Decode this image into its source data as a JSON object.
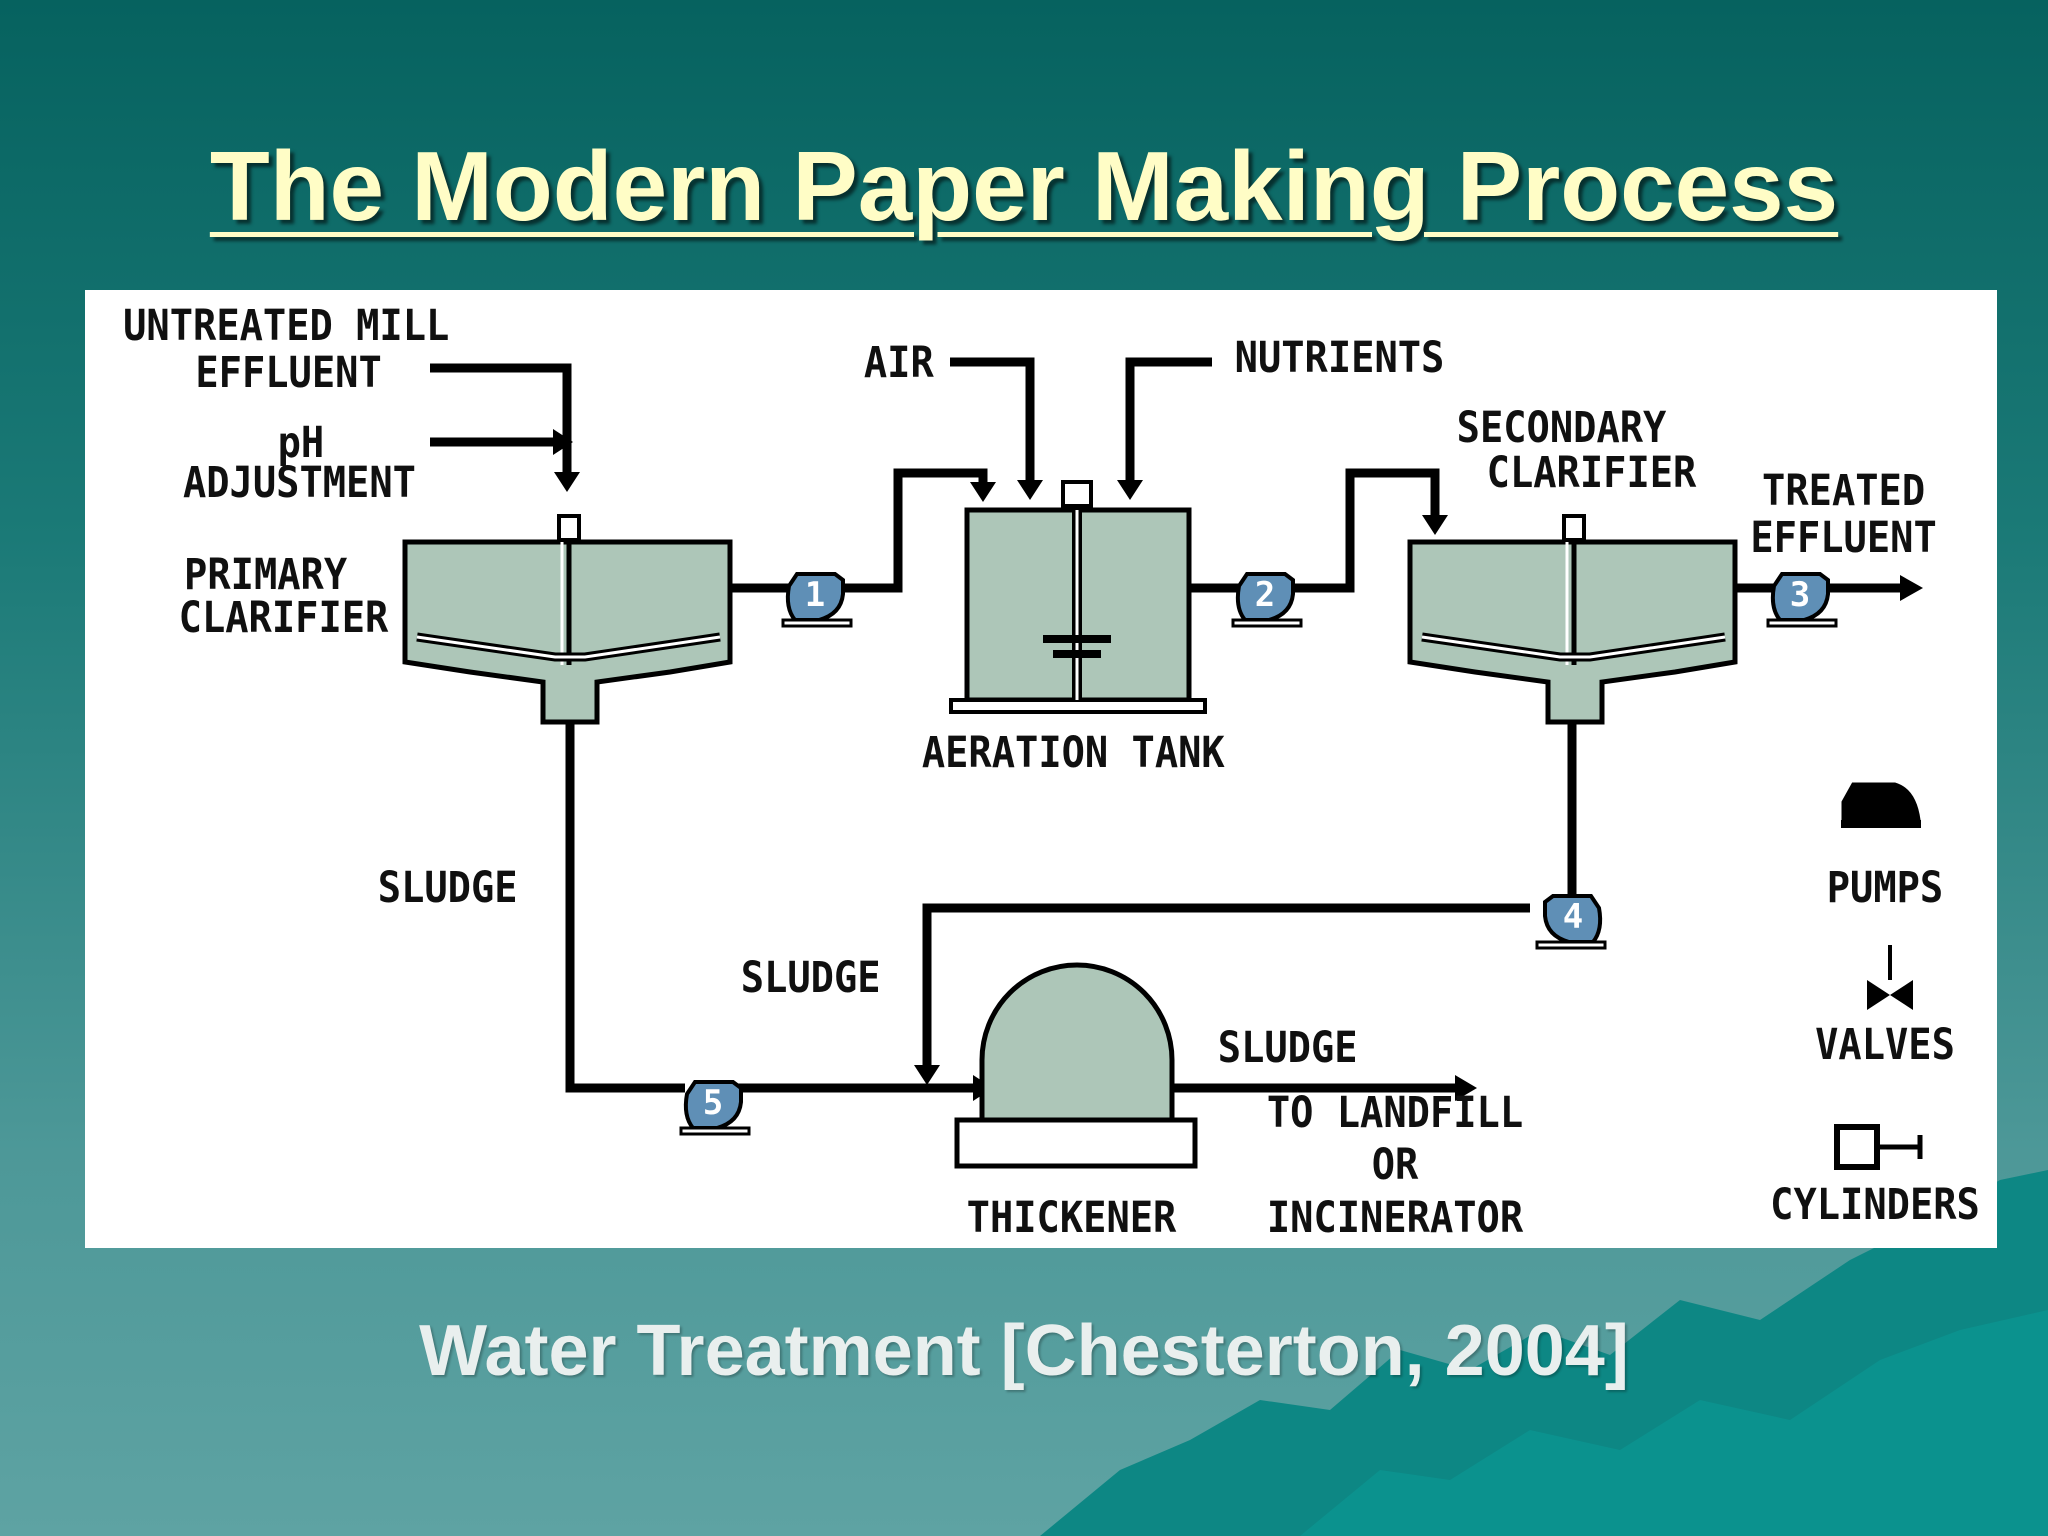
{
  "slide": {
    "title": "The Modern Paper Making Process",
    "caption": "Water Treatment [Chesterton, 2004]"
  },
  "diagram": {
    "labels": {
      "untreated_1": "UNTREATED MILL",
      "untreated_2": "EFFLUENT",
      "ph_1": "pH",
      "ph_2": "ADJUSTMENT",
      "primary_1": "PRIMARY",
      "primary_2": "CLARIFIER",
      "air": "AIR",
      "nutrients": "NUTRIENTS",
      "secondary_1": "SECONDARY",
      "secondary_2": "CLARIFIER",
      "treated_1": "TREATED",
      "treated_2": "EFFLUENT",
      "aeration": "AERATION TANK",
      "sludge_left": "SLUDGE",
      "sludge_mid": "SLUDGE",
      "sludge_right": "SLUDGE",
      "thickener": "THICKENER",
      "landfill_1": "TO LANDFILL",
      "landfill_2": "OR",
      "landfill_3": "INCINERATOR"
    },
    "pumps": {
      "p1": "1",
      "p2": "2",
      "p3": "3",
      "p4": "4",
      "p5": "5"
    },
    "legend": {
      "pumps": "PUMPS",
      "valves": "VALVES",
      "cylinders": "CYLINDERS"
    },
    "colors": {
      "tank_fill": "#adc6b8",
      "pump_fill": "#5f8fb6",
      "line": "#000000"
    }
  }
}
